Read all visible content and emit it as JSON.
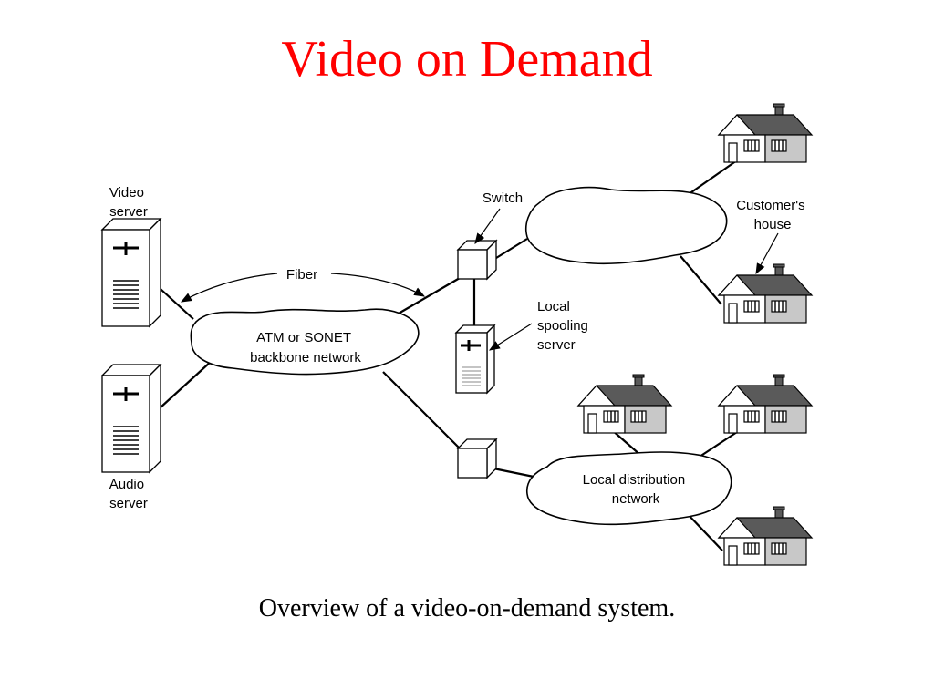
{
  "title": "Video on Demand",
  "caption": "Overview of a video-on-demand system.",
  "colors": {
    "title": "#ff0000",
    "roof": "#5a5a5a",
    "wall_shade": "#c8c8c8"
  },
  "labels": {
    "video_server": [
      "Video",
      "server"
    ],
    "audio_server": [
      "Audio",
      "server"
    ],
    "fiber": "Fiber",
    "backbone": [
      "ATM or SONET",
      "backbone network"
    ],
    "switch": "Switch",
    "local_spooling": [
      "Local",
      "spooling",
      "server"
    ],
    "customers_house": [
      "Customer's",
      "house"
    ],
    "local_distribution": [
      "Local distribution",
      "network"
    ]
  },
  "icons": {
    "server": "server-tower-icon",
    "switch": "switch-cube-icon",
    "house": "house-icon",
    "network": "cloud-icon"
  }
}
